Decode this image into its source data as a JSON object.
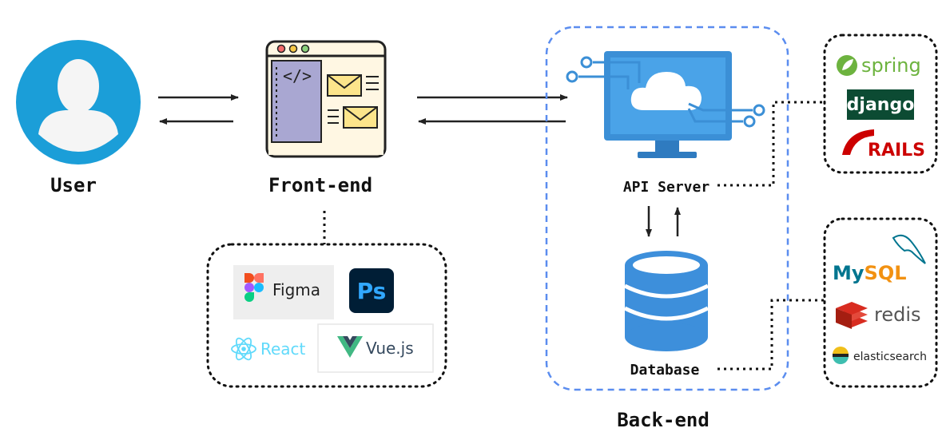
{
  "labels": {
    "user": "User",
    "frontend": "Front-end",
    "api_server": "API Server",
    "database": "Database",
    "backend": "Back-end"
  },
  "frontend_tools": {
    "figma": "Figma",
    "photoshop": "Ps",
    "react": "React",
    "vue": "Vue.js"
  },
  "server_frameworks": {
    "spring": "spring",
    "django": "django",
    "rails": "RAILS"
  },
  "databases": {
    "mysql_my": "My",
    "mysql_sql": "SQL",
    "redis": "redis",
    "elasticsearch": "elasticsearch"
  },
  "colors": {
    "user_blue": "#1B9ED8",
    "screen_blue": "#3B8FD6",
    "db_blue": "#3D8FDB",
    "backend_border": "#5B8DEF",
    "spring_green": "#6DB33F",
    "django_green": "#0C4B33",
    "rails_red": "#CC0000",
    "mysql_blue": "#00758F",
    "mysql_orange": "#F29111",
    "redis_red": "#D82C20",
    "react_cyan": "#61DAFB",
    "vue_green": "#41B883",
    "vue_dark": "#35495E",
    "ps_dark": "#001E36",
    "ps_blue": "#31A8FF"
  }
}
